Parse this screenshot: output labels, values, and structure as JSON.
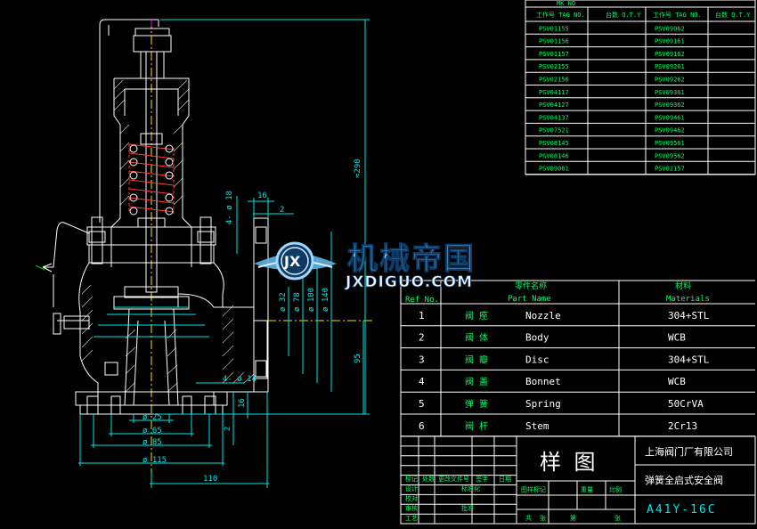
{
  "tag_table": {
    "caption": "MK NO",
    "headers": [
      "工作号 TAG NO.",
      "台数 Q.T.Y",
      "工作号 TAG NO.",
      "台数 Q.T.Y"
    ],
    "left_tags": [
      "PSV01155",
      "PSV01156",
      "PSV01157",
      "PSV02155",
      "PSV02156",
      "PSV04117",
      "PSV04127",
      "PSV04137",
      "PSV07521",
      "PSV08145",
      "PSV08146",
      "PSV09061"
    ],
    "right_tags": [
      "PSV09062",
      "PSV09161",
      "PSV09162",
      "PSV09261",
      "PSV09262",
      "PSV09361",
      "PSV09362",
      "PSV09461",
      "PSV09462",
      "PSV09561",
      "PSV09562",
      "PSV02157"
    ]
  },
  "parts_table": {
    "headers": {
      "ref": "Ref No.",
      "name_cn": "零件名称",
      "name_en": "Part Name",
      "mat_cn": "材料",
      "mat_en": "Materials"
    },
    "rows": [
      {
        "no": "1",
        "cn": "阀 座",
        "en": "Nozzle",
        "mat": "304+STL"
      },
      {
        "no": "2",
        "cn": "阀 体",
        "en": "Body",
        "mat": "WCB"
      },
      {
        "no": "3",
        "cn": "阀 瓣",
        "en": "Disc",
        "mat": "304+STL"
      },
      {
        "no": "4",
        "cn": "阀 盖",
        "en": "Bonnet",
        "mat": "WCB"
      },
      {
        "no": "5",
        "cn": "弹 簧",
        "en": "Spring",
        "mat": "50CrVA"
      },
      {
        "no": "6",
        "cn": "阀 杆",
        "en": "Stem",
        "mat": "2Cr13"
      }
    ]
  },
  "title_block": {
    "drawing_name": "样 图",
    "company": "上海阀门厂有限公司",
    "product": "弹簧全启式安全阀",
    "model": "A41Y-16C",
    "labels": [
      "标记",
      "处数",
      "更改文件号",
      "签字",
      "日期",
      "设计",
      "校对",
      "审核",
      "工艺",
      "标准化",
      "批准",
      "图样标记",
      "重量",
      "比例",
      "共",
      "张",
      "第",
      "张"
    ]
  },
  "dimensions": {
    "overall_height": "≈290",
    "d18": "4- ø 18",
    "d16_top": "16",
    "d2_top": "2",
    "d32": "ø 32",
    "d78": "ø 78",
    "d100": "ø 100",
    "d140": "ø 140",
    "h95": "95",
    "d14": "4- ø 14",
    "d2_bot": "2",
    "d16_bot": "16",
    "d25": "ø 25",
    "d65": "ø 65",
    "d85": "ø 85",
    "d115": "ø 115",
    "w110": "110"
  },
  "watermark": {
    "logo_text": "JX",
    "cn": "机械帝国",
    "en": "JXDIGUO.COM"
  },
  "colors": {
    "background": "#000000",
    "drawing_white": "#ffffff",
    "dimension_cyan": "#00e5e5",
    "spring_red": "#ff3b30",
    "centerline_yellow": "#ffe000",
    "table_text_green": "#00ff66",
    "watermark_blue": "#7fc8f0"
  }
}
